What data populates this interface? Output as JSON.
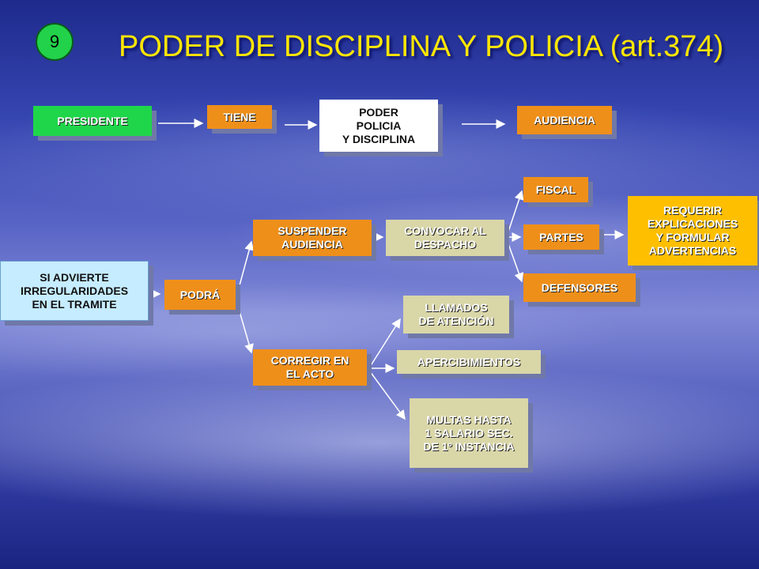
{
  "slide_number": "9",
  "title": "PODER DE DISCIPLINA Y POLICIA (art.374)",
  "nodes": {
    "presidente": "PRESIDENTE",
    "tiene": "TIENE",
    "poder": "PODER\nPOLICIA\nY DISCIPLINA",
    "audiencia": "AUDIENCIA",
    "si_advierte": "SI ADVIERTE\nIRREGULARIDADES\nEN EL TRAMITE",
    "podra": "PODRÁ",
    "suspender": "SUSPENDER\nAUDIENCIA",
    "convocar": "CONVOCAR AL\nDESPACHO",
    "fiscal": "FISCAL",
    "partes": "PARTES",
    "defensores": "DEFENSORES",
    "requerir": "REQUERIR\nEXPLICACIONES\nY FORMULAR\nADVERTENCIAS",
    "corregir": "CORREGIR EN\nEL ACTO",
    "llamados": "LLAMADOS\nDE ATENCIÓN",
    "apercibimientos": "APERCIBIMIENTOS",
    "multas": "MULTAS HASTA\n1 SALARIO SEC.\nDE 1º INSTANCIA"
  },
  "colors": {
    "title": "#ffe600",
    "green": "#1fd64a",
    "orange": "#ee8f1a",
    "gold": "#fdbf00",
    "khaki": "#d9d6a8",
    "lightblue": "#c6ecff"
  }
}
